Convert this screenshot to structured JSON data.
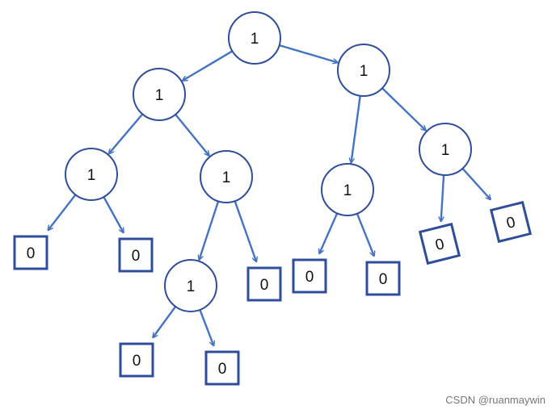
{
  "diagram": {
    "accent_color": "#4472c4",
    "node_stroke_color": "#2f4f9a",
    "leaf_stroke_color": "#2e4e9b",
    "internal_nodes": [
      {
        "id": "n1",
        "label": "1"
      },
      {
        "id": "n2",
        "label": "1"
      },
      {
        "id": "n3",
        "label": "1"
      },
      {
        "id": "n4",
        "label": "1"
      },
      {
        "id": "n5",
        "label": "1"
      },
      {
        "id": "n6",
        "label": "1"
      },
      {
        "id": "n7",
        "label": "1"
      },
      {
        "id": "n8",
        "label": "1"
      }
    ],
    "leaf_nodes": [
      {
        "id": "l1",
        "label": "0"
      },
      {
        "id": "l2",
        "label": "0"
      },
      {
        "id": "l3",
        "label": "0"
      },
      {
        "id": "l4",
        "label": "0"
      },
      {
        "id": "l5",
        "label": "0"
      },
      {
        "id": "l6",
        "label": "0"
      },
      {
        "id": "l7",
        "label": "0"
      },
      {
        "id": "l8",
        "label": "0"
      },
      {
        "id": "l9",
        "label": "0"
      }
    ],
    "edges": [
      [
        "n1",
        "n2"
      ],
      [
        "n1",
        "n3"
      ],
      [
        "n2",
        "n4"
      ],
      [
        "n2",
        "n5"
      ],
      [
        "n4",
        "l1"
      ],
      [
        "n4",
        "l2"
      ],
      [
        "n5",
        "n8"
      ],
      [
        "n5",
        "l3"
      ],
      [
        "n8",
        "l4"
      ],
      [
        "n8",
        "l5"
      ],
      [
        "n3",
        "n6"
      ],
      [
        "n3",
        "n7"
      ],
      [
        "n6",
        "l6"
      ],
      [
        "n6",
        "l7"
      ],
      [
        "n7",
        "l8"
      ],
      [
        "n7",
        "l9"
      ]
    ]
  },
  "watermark": "CSDN @ruanmaywin"
}
